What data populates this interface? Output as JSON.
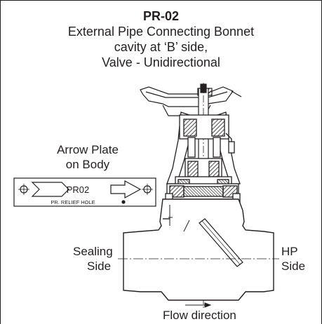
{
  "header": {
    "code": "PR-02",
    "line1": "External Pipe Connecting Bonnet",
    "line2": "cavity at ‘B’ side,",
    "line3": "Valve - Unidirectional"
  },
  "arrow_plate": {
    "caption_line1": "Arrow Plate",
    "caption_line2": "on Body",
    "plate_code": "PR02",
    "plate_note": "PR. RELIEF HOLE"
  },
  "labels": {
    "left_line1": "Sealing",
    "left_line2": "Side",
    "right_line1": "HP",
    "right_line2": "Side",
    "flow": "Flow direction"
  },
  "colors": {
    "ink": "#231f20",
    "hatch": "#231f20",
    "paper": "#ffffff"
  }
}
